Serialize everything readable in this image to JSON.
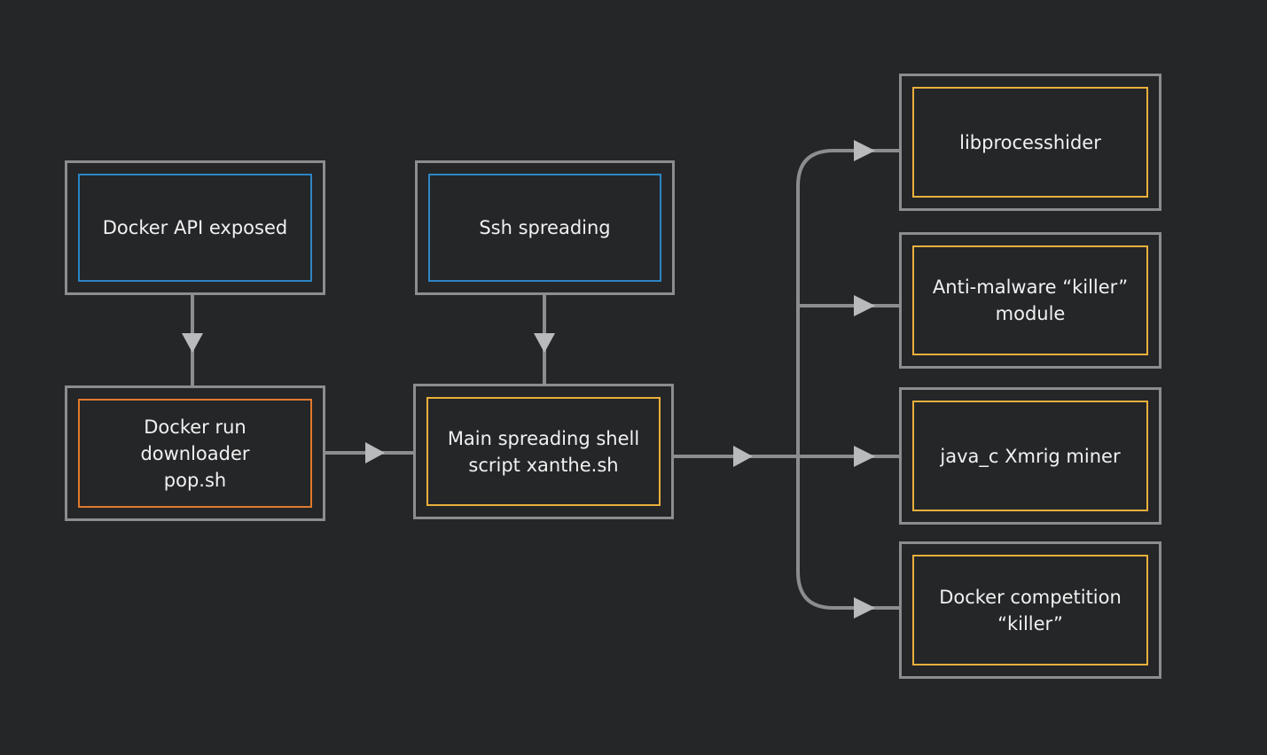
{
  "nodes": {
    "docker_api": {
      "label": "Docker API exposed"
    },
    "ssh_spreading": {
      "label": "Ssh spreading"
    },
    "docker_run": {
      "label": "Docker run downloader\npop.sh"
    },
    "main_script": {
      "label": "Main spreading shell\nscript xanthe.sh"
    },
    "libprocesshider": {
      "label": "libprocesshider"
    },
    "antimalware": {
      "label": "Anti-malware “killer”\nmodule"
    },
    "miner": {
      "label": "java_c Xmrig miner"
    },
    "docker_competition": {
      "label": "Docker competition\n“killer”"
    }
  },
  "colors": {
    "background": "#252628",
    "frame": "#8c8d8f",
    "entry_blue": "#2c86c4",
    "downloader_orange": "#e07a2e",
    "module_yellow": "#e8b03c",
    "text": "#f1f1f1"
  }
}
